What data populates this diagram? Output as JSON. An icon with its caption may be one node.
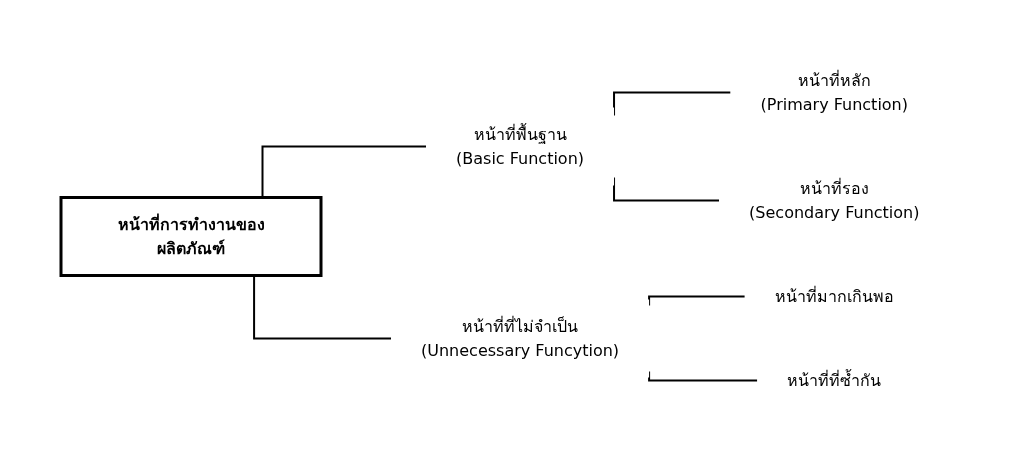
{
  "diagram": {
    "nodes": [
      {
        "text": [
          "หน้าที่การทำงานของผลิตภัณฑ์"
        ]
      },
      {
        "text": [
          "หน้าที่พื้นฐาน",
          "(Basic Function)"
        ]
      },
      {
        "text": [
          "หน้าที่หลัก",
          "(Primary Function)"
        ]
      },
      {
        "text": [
          "หน้าที่รอง",
          "(Secondary Function)"
        ]
      },
      {
        "text": [
          "หน้าที่ที่ไม่จำเป็น",
          "(Unnecessary Funcytion)"
        ]
      },
      {
        "text": [
          "หน้าที่มากเกินพอ"
        ]
      },
      {
        "text": [
          "หน้าที่ที่ซ้ำกัน"
        ]
      }
    ],
    "edges": [
      {
        "from": 0,
        "to": 1,
        "arrow": "none"
      },
      {
        "from": 0,
        "to": 4,
        "arrow": "none"
      },
      {
        "from": 1,
        "to": 2,
        "arrow": "none"
      },
      {
        "from": 1,
        "to": 3,
        "arrow": "none"
      },
      {
        "from": 4,
        "to": 5,
        "arrow": "none"
      },
      {
        "from": 4,
        "to": 6,
        "arrow": "none"
      }
    ]
  }
}
